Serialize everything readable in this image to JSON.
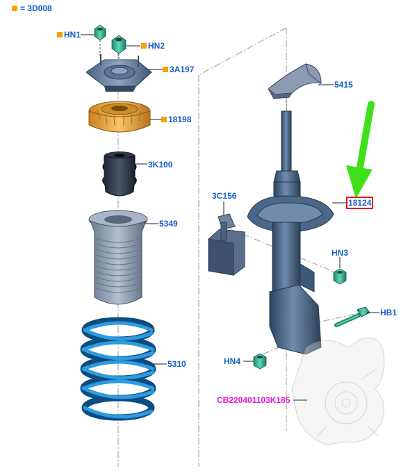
{
  "legend": {
    "marker_color": "#f5a20c",
    "text": "= 3D008"
  },
  "callouts": {
    "hn1": "HN1",
    "hn2": "HN2",
    "p3a197": "3A197",
    "p18198": "18198",
    "p3k100": "3K100",
    "p5349": "5349",
    "p5310": "5310",
    "p5415": "5415",
    "p3c156": "3C156",
    "p18124": "18124",
    "hn3": "HN3",
    "hb1": "HB1",
    "hn4": "HN4",
    "cb": "CB220401103K185"
  },
  "highlight": {
    "part": "18124",
    "arrow_color": "#3fe01a",
    "box_color": "#e0141e"
  },
  "colors": {
    "label": "#1a5fc9",
    "label_alt": "#e01ad2",
    "part_blue": "#3d5878",
    "spring": "#1e82c8",
    "mount_orange": "#e6a030",
    "fastener": "#2aa88a"
  }
}
